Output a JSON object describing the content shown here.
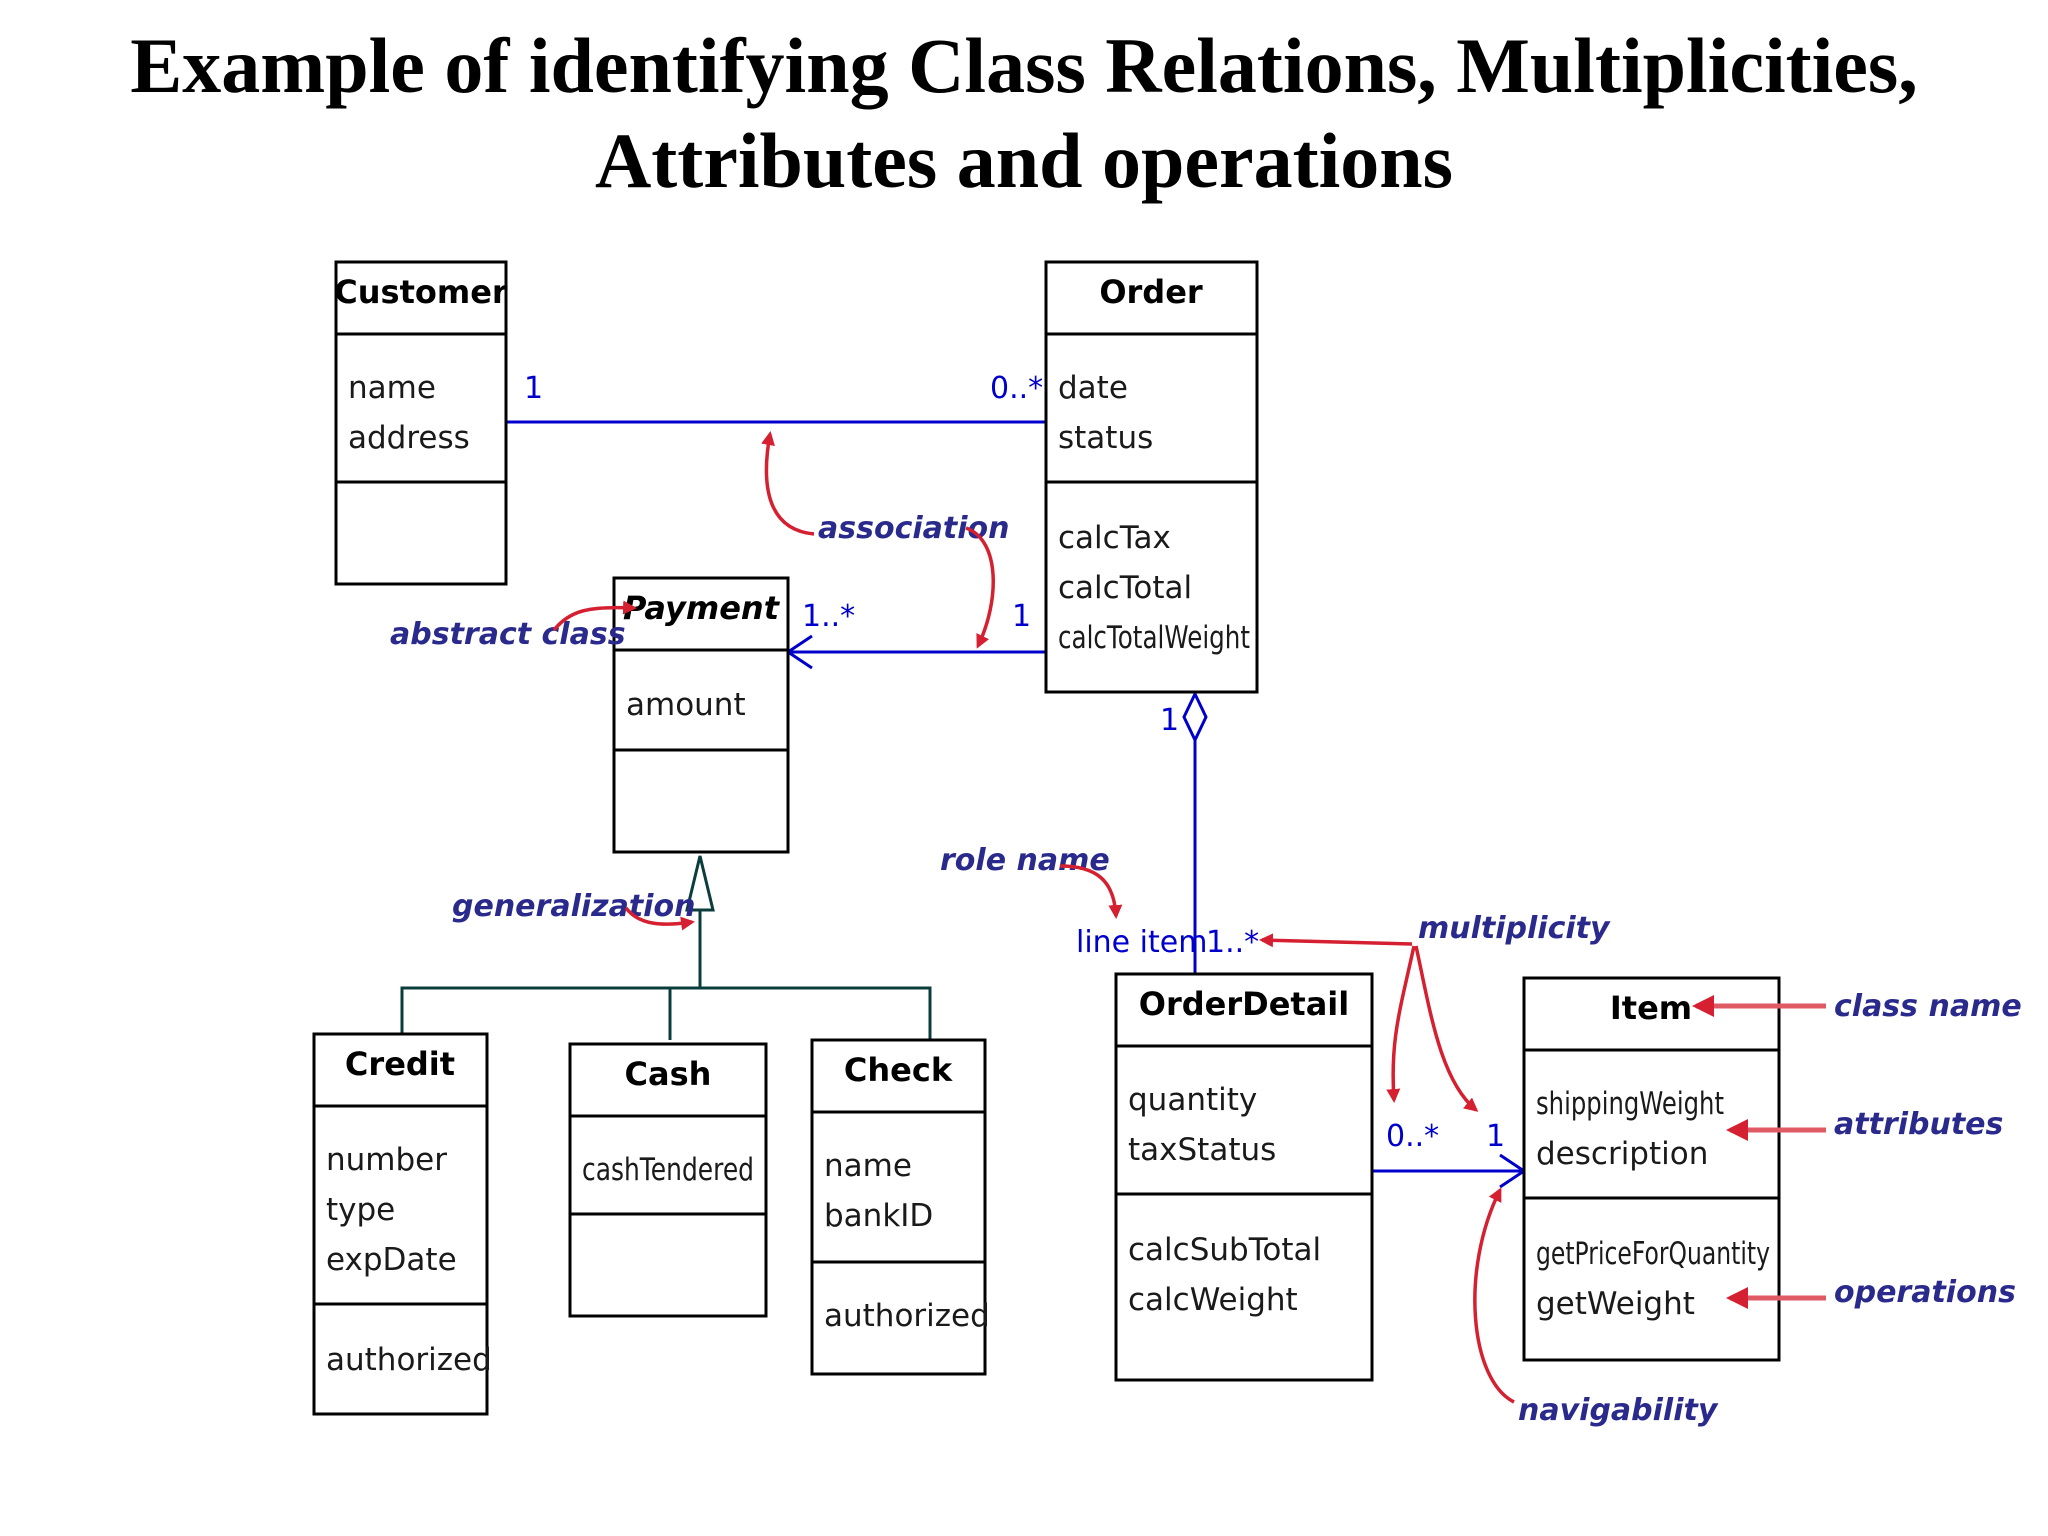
{
  "title": {
    "line1": "Example of identifying Class Relations, Multiplicities,",
    "line2": "Attributes and operations"
  },
  "classes": {
    "customer": {
      "name": "Customer",
      "attributes": [
        "name",
        "address"
      ],
      "operations": []
    },
    "order": {
      "name": "Order",
      "attributes": [
        "date",
        "status"
      ],
      "operations": [
        "calcTax",
        "calcTotal",
        "calcTotalWeight"
      ]
    },
    "payment": {
      "name": "Payment",
      "attributes": [
        "amount"
      ],
      "operations": []
    },
    "credit": {
      "name": "Credit",
      "attributes": [
        "number",
        "type",
        "expDate"
      ],
      "operations": [
        "authorized"
      ]
    },
    "cash": {
      "name": "Cash",
      "attributes": [
        "cashTendered"
      ],
      "operations": []
    },
    "check": {
      "name": "Check",
      "attributes": [
        "name",
        "bankID"
      ],
      "operations": [
        "authorized"
      ]
    },
    "orderdetail": {
      "name": "OrderDetail",
      "attributes": [
        "quantity",
        "taxStatus"
      ],
      "operations": [
        "calcSubTotal",
        "calcWeight"
      ]
    },
    "item": {
      "name": "Item",
      "attributes": [
        "shippingWeight",
        "description"
      ],
      "operations": [
        "getPriceForQuantity",
        "getWeight"
      ]
    }
  },
  "multiplicities": {
    "customer_order_customer": "1",
    "customer_order_order": "0..*",
    "payment_order_payment": "1..*",
    "payment_order_order": "1",
    "order_detail_order": "1",
    "order_detail_detail": "1..*",
    "detail_item_detail": "0..*",
    "detail_item_item": "1"
  },
  "role_name": "line item",
  "annotations": {
    "association": "association",
    "abstract_class": "abstract class",
    "generalization": "generalization",
    "role_name": "role name",
    "multiplicity": "multiplicity",
    "class_name": "class name",
    "attributes": "attributes",
    "operations": "operations",
    "navigability": "navigability"
  }
}
